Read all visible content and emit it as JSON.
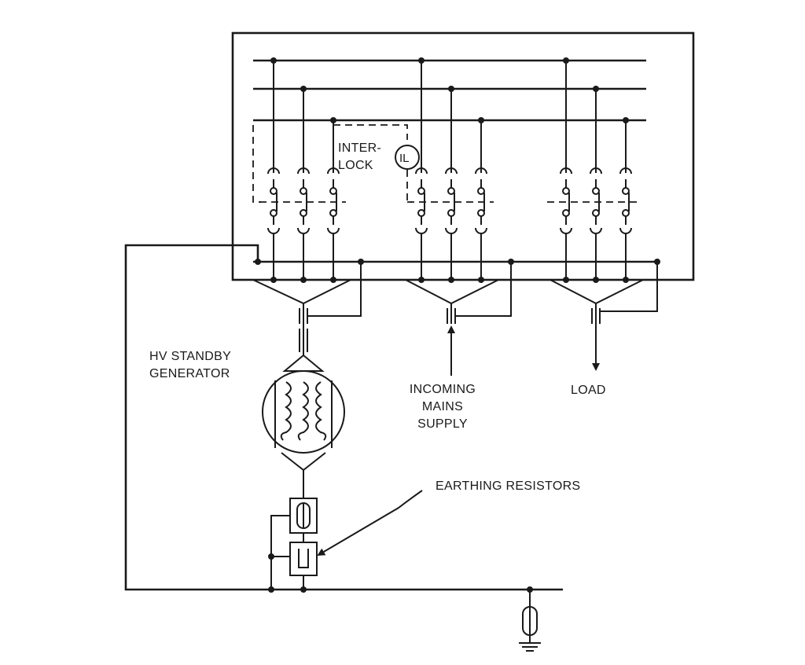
{
  "labels": {
    "interlock_line1": "INTER-",
    "interlock_line2": "LOCK",
    "interlock_symbol": "IL",
    "generator_line1": "HV STANDBY",
    "generator_line2": "GENERATOR",
    "incoming_line1": "INCOMING",
    "incoming_line2": "MAINS",
    "incoming_line3": "SUPPLY",
    "load": "LOAD",
    "earthing_resistors": "EARTHING RESISTORS"
  }
}
